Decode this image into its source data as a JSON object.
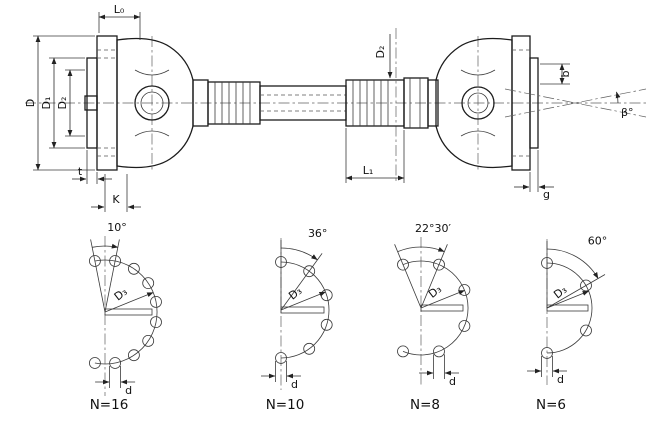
{
  "drawing": {
    "labels": {
      "l0": "L₀",
      "d2_vertical": "D₂",
      "d": "D",
      "d1": "D₁",
      "d2": "D₂",
      "b": "b",
      "beta": "β°",
      "t": "t",
      "g": "g",
      "l1": "L₁",
      "k": "K"
    }
  },
  "flange_diagrams": [
    {
      "n": 16,
      "n_label": "N=16",
      "pitch_deg": 22.5,
      "offset_half_pitch": true,
      "angle_label": "10°",
      "d3_label": "D₃",
      "d_label": "d"
    },
    {
      "n": 10,
      "n_label": "N=10",
      "pitch_deg": 36,
      "offset_half_pitch": false,
      "angle_label": "36°",
      "d3_label": "D₃",
      "d_label": "d"
    },
    {
      "n": 8,
      "n_label": "N=8",
      "pitch_deg": 45,
      "offset_half_pitch": true,
      "angle_label": "22°30′",
      "d3_label": "D₃",
      "d_label": "d"
    },
    {
      "n": 6,
      "n_label": "N=6",
      "pitch_deg": 60,
      "offset_half_pitch": false,
      "angle_label": "60°",
      "d3_label": "D₃",
      "d_label": "d"
    }
  ]
}
